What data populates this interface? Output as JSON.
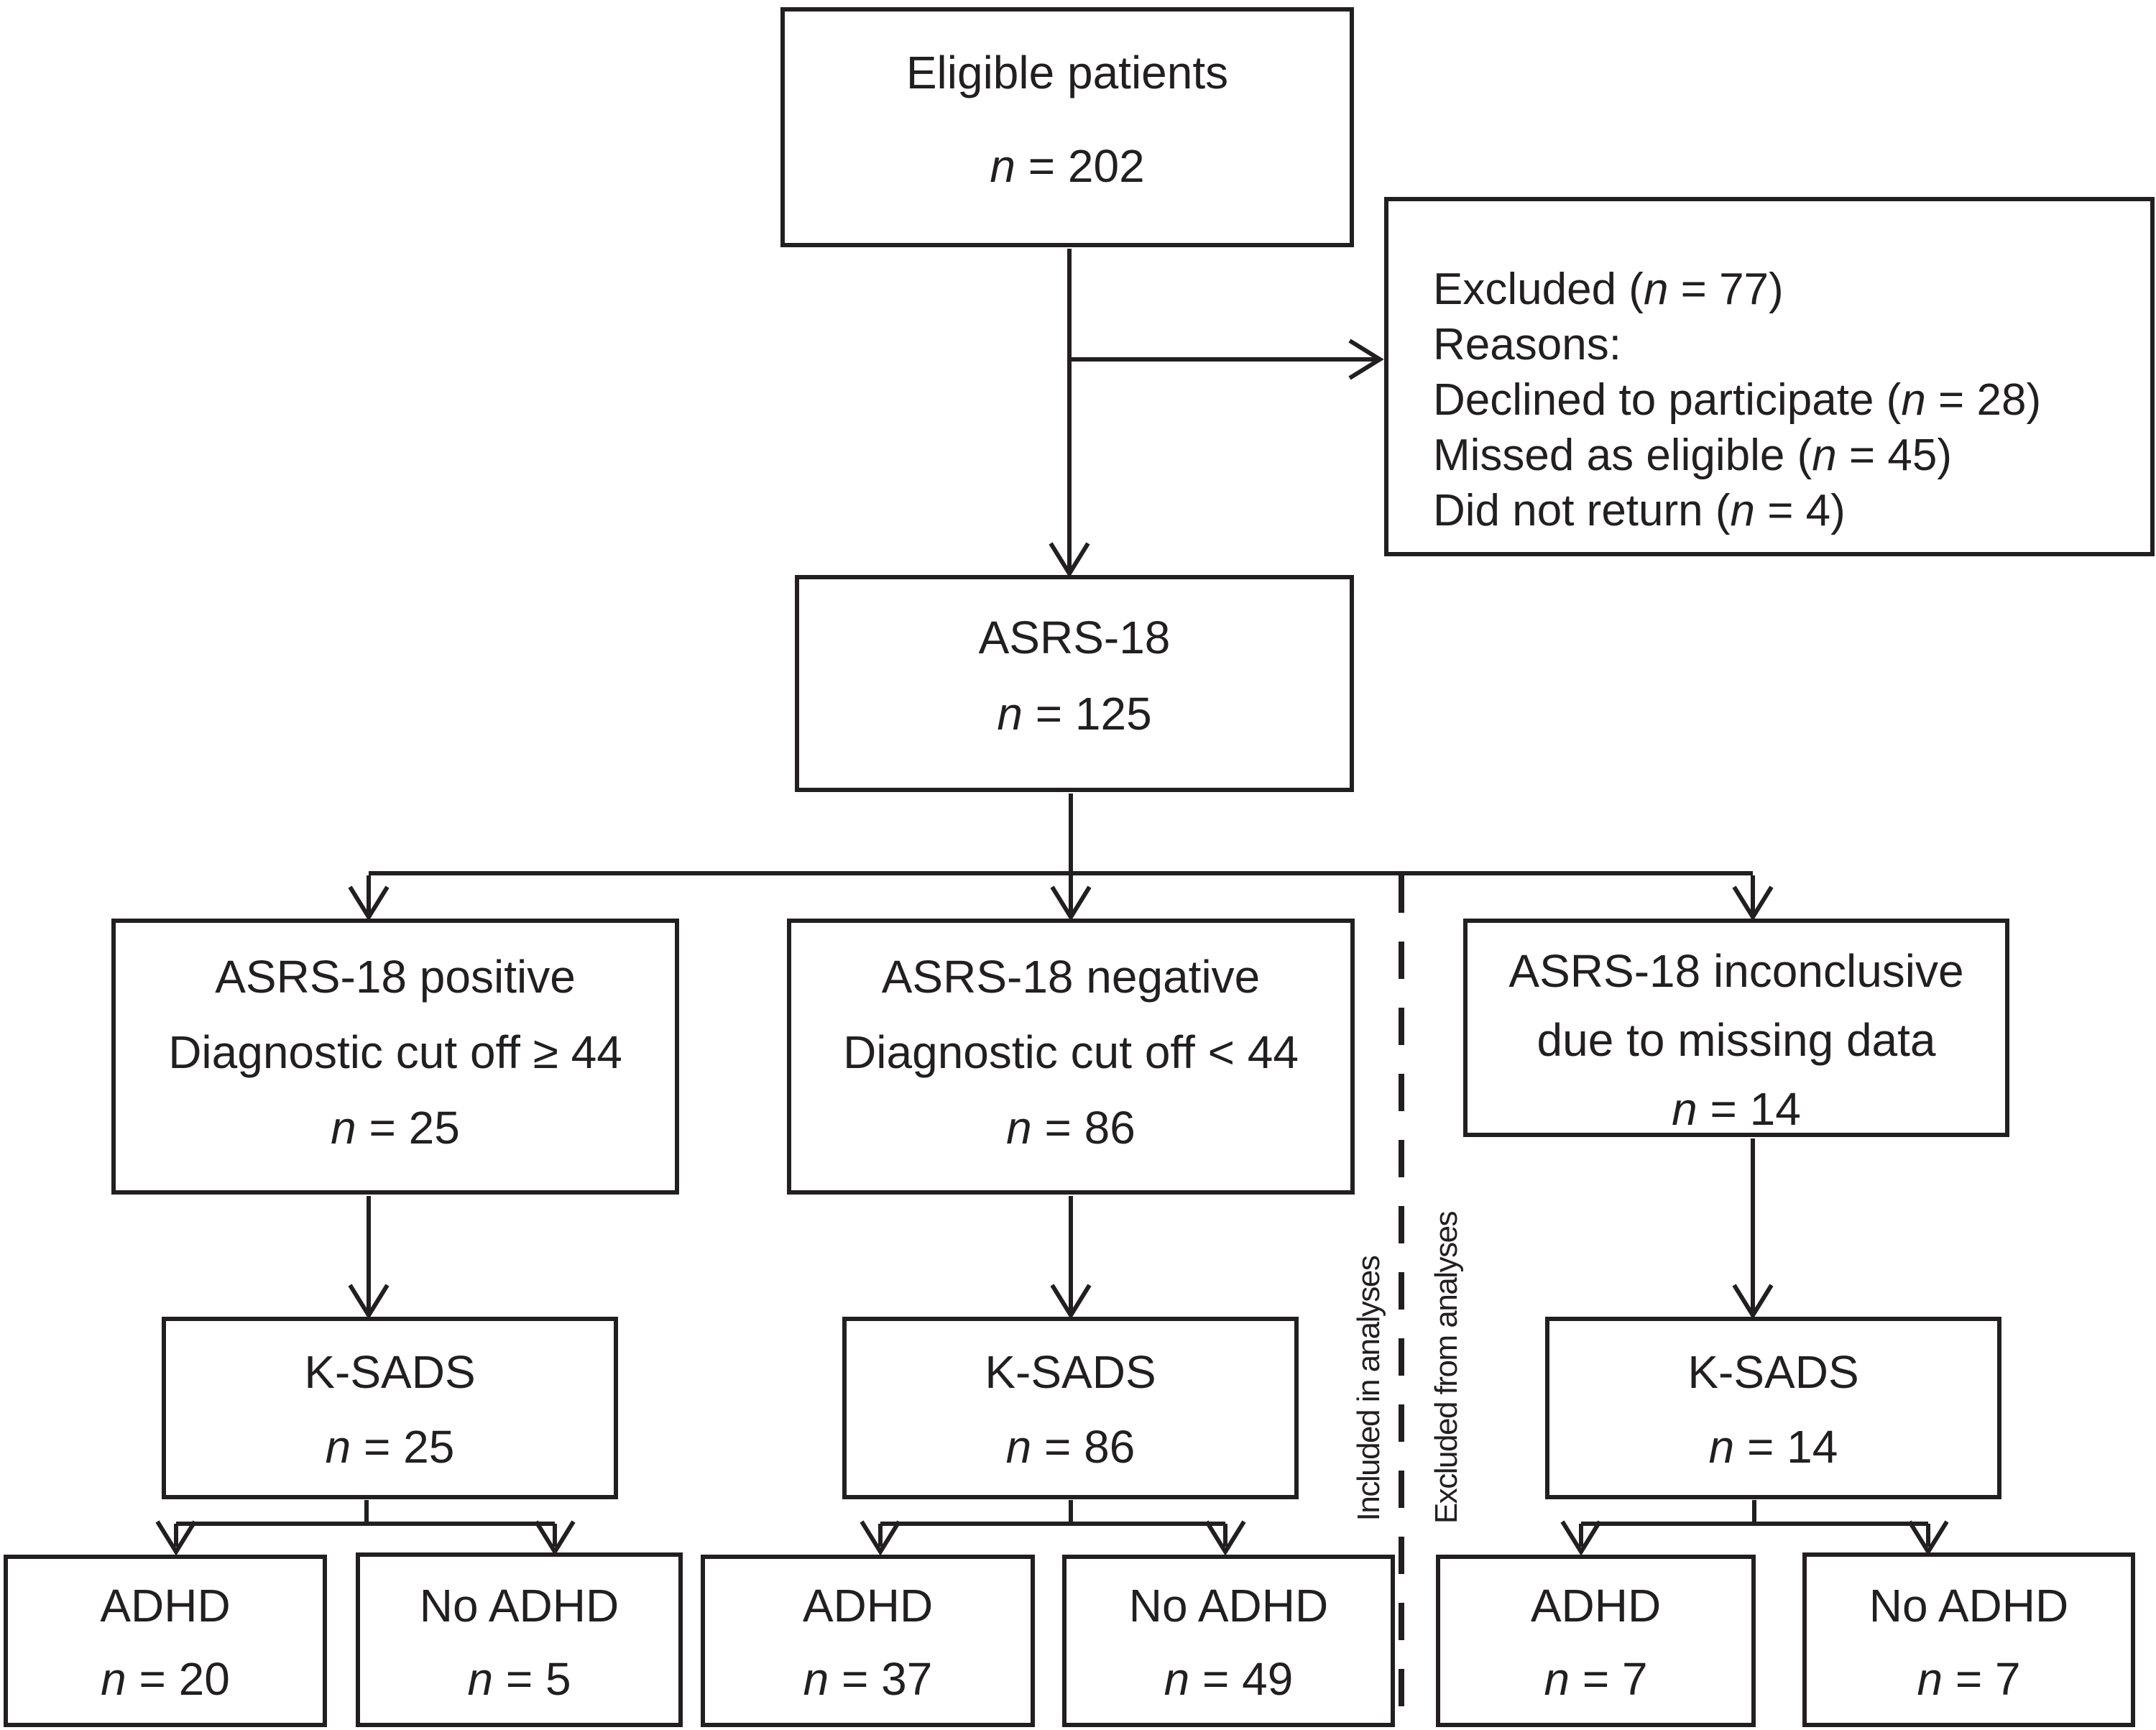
{
  "figure": {
    "ink_color": "#221f20",
    "background_color": "#ffffff"
  },
  "boxes": {
    "eligible": {
      "title": "Eligible patients",
      "n_var": "n",
      "n_rest": " = 202"
    },
    "excluded": {
      "lines": [
        {
          "pre": "Excluded (",
          "n": "n",
          "post": " = 77)"
        },
        {
          "pre": "Reasons:",
          "n": "",
          "post": ""
        },
        {
          "pre": "Declined to participate (",
          "n": "n",
          "post": " = 28)"
        },
        {
          "pre": "Missed as eligible (",
          "n": "n",
          "post": " = 45)"
        },
        {
          "pre": "Did not return (",
          "n": "n",
          "post": " = 4)"
        }
      ]
    },
    "asrs": {
      "title": "ASRS-18",
      "n_var": "n",
      "n_rest": " = 125"
    },
    "positive": {
      "title": "ASRS-18 positive",
      "subtitle": "Diagnostic cut off ≥ 44",
      "n_var": "n",
      "n_rest": " = 25"
    },
    "negative": {
      "title": "ASRS-18 negative",
      "subtitle": "Diagnostic cut off < 44",
      "n_var": "n",
      "n_rest": " = 86"
    },
    "inconclusive": {
      "title": "ASRS-18 inconclusive",
      "subtitle": "due to missing data",
      "n_var": "n",
      "n_rest": " = 14"
    },
    "ksads_positive": {
      "title": "K-SADS",
      "n_var": "n",
      "n_rest": " = 25"
    },
    "ksads_negative": {
      "title": "K-SADS",
      "n_var": "n",
      "n_rest": " = 86"
    },
    "ksads_inconclusive": {
      "title": "K-SADS",
      "n_var": "n",
      "n_rest": " = 14"
    },
    "adhd_positive": {
      "title": "ADHD",
      "n_var": "n",
      "n_rest": " = 20"
    },
    "no_adhd_positive": {
      "title": "No ADHD",
      "n_var": "n",
      "n_rest": " = 5"
    },
    "adhd_negative": {
      "title": "ADHD",
      "n_var": "n",
      "n_rest": " = 37"
    },
    "no_adhd_negative": {
      "title": "No ADHD",
      "n_var": "n",
      "n_rest": " = 49"
    },
    "adhd_inconclusive": {
      "title": "ADHD",
      "n_var": "n",
      "n_rest": " = 7"
    },
    "no_adhd_inconclusive": {
      "title": "No ADHD",
      "n_var": "n",
      "n_rest": " = 7"
    }
  },
  "labels": {
    "included": "Included in analyses",
    "excluded": "Excluded from analyses"
  }
}
